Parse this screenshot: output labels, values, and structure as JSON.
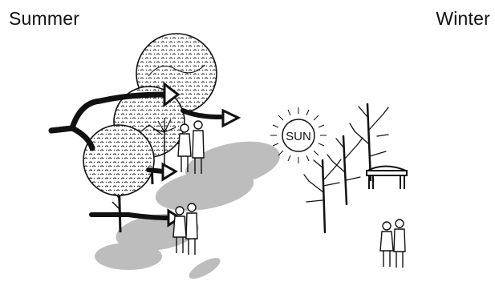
{
  "labels": {
    "summer": "Summer",
    "winter": "Winter",
    "sun": "SUN"
  },
  "colors": {
    "background": "#ffffff",
    "ink": "#111111",
    "shadow": "#bdbdbd"
  },
  "icons": {
    "summer_trees": "deciduous-tree-in-leaf-icon",
    "winter_trees": "bare-tree-icon",
    "sun": "sun-icon",
    "arrows": "wind-arrow-icon",
    "people": "walking-couple-icon",
    "bench": "park-bench-icon"
  }
}
